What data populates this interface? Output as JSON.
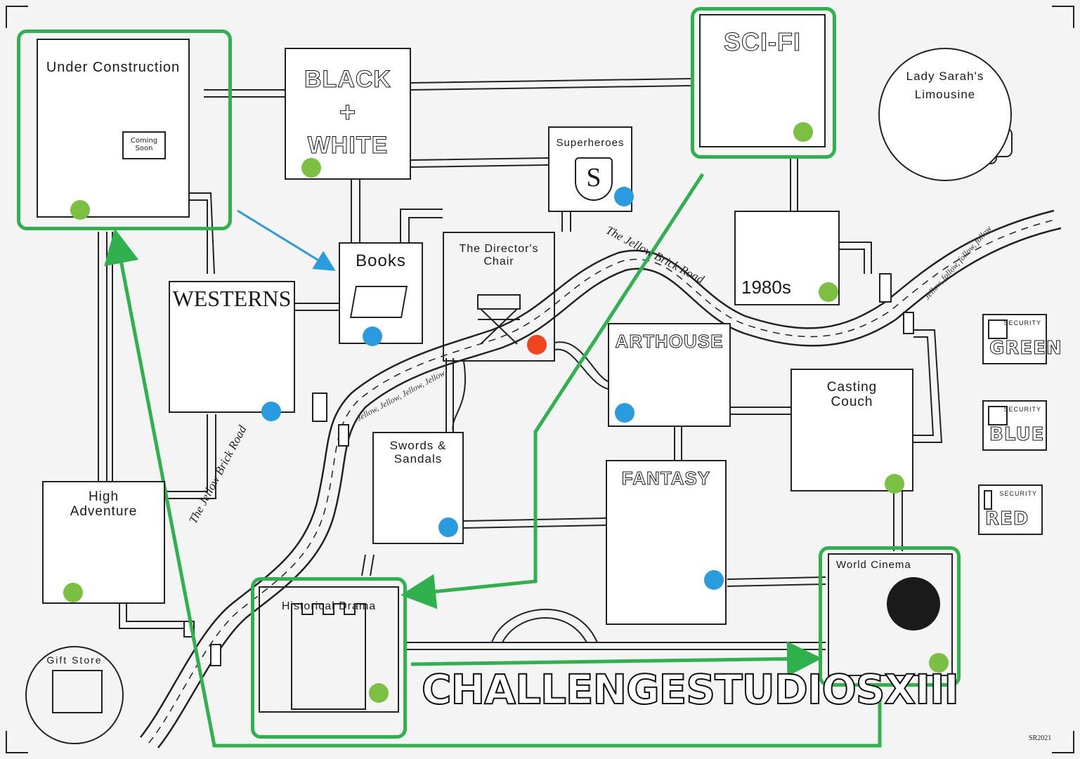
{
  "map_title": "CHALLENGESTUDIOSXIII",
  "signature": "SR2021",
  "colors": {
    "green_dot": "#7bc043",
    "blue_dot": "#2b9be0",
    "red_dot": "#f0441d",
    "highlight_green": "#2fb14e",
    "arrow_blue": "#2b9be0",
    "ink": "#1a1a1a"
  },
  "studios": {
    "under_construction": {
      "label": "Under Construction",
      "sign": "Coming Soon",
      "dot": "green"
    },
    "black_white": {
      "line1": "BLACK",
      "line2": "+",
      "line3": "WHITE",
      "dot": "green"
    },
    "superheroes": {
      "label": "Superheroes",
      "emblem": "S",
      "dot": "blue"
    },
    "scifi": {
      "label": "SCI-FI",
      "dot": "green"
    },
    "books": {
      "label": "Books",
      "dot": "blue"
    },
    "directors_chair": {
      "label": "The Director's Chair",
      "dot": "red"
    },
    "eighties": {
      "label": "1980s",
      "dot": "green"
    },
    "westerns": {
      "label": "WESTERNS",
      "dot": "blue"
    },
    "arthouse": {
      "label": "ARTHOUSE",
      "dot": "blue"
    },
    "casting_couch": {
      "label": "Casting Couch",
      "dot": "green"
    },
    "swords_sandals": {
      "label": "Swords & Sandals",
      "dot": "blue"
    },
    "fantasy": {
      "label": "FANTASY",
      "dot": "blue"
    },
    "high_adventure": {
      "label": "High Adventure",
      "dot": "green"
    },
    "historical_drama": {
      "label": "Historical Drama",
      "dot": "green"
    },
    "world_cinema": {
      "label": "World Cinema",
      "dot": "green"
    }
  },
  "landmarks": {
    "limousine": "Lady Sarah's Limousine",
    "gift_store": "Gift Store"
  },
  "security": [
    {
      "label": "SECURITY",
      "name": "GREEN"
    },
    {
      "label": "SECURITY",
      "name": "BLUE"
    },
    {
      "label": "SECURITY",
      "name": "RED"
    }
  ],
  "road_labels": {
    "main_left": "The Jellow Brick Road",
    "main_top": "The Jellow Brick Road",
    "song_center": "Jellow, Jellow, Jellow, Jellow",
    "song_right": "Jellow, follow, follow, follow"
  },
  "route": {
    "highlighted_studios": [
      "under_construction",
      "scifi",
      "historical_drama",
      "world_cinema"
    ],
    "steps": [
      "scifi",
      "historical_drama",
      "world_cinema",
      "under_construction",
      "books"
    ]
  }
}
